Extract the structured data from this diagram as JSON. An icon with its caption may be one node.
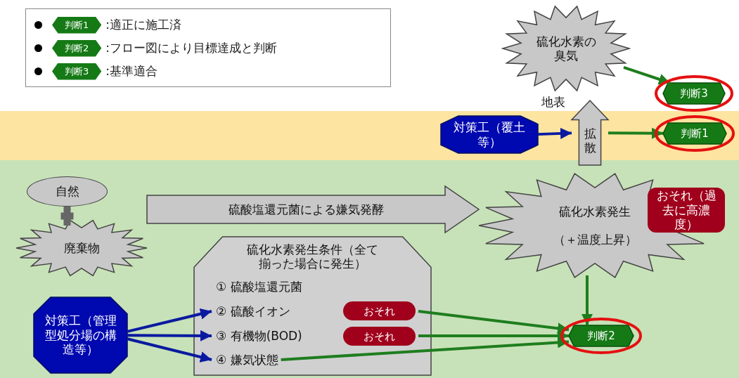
{
  "diagram": {
    "nodes": [
      {
        "text": [
          "硫化水素の臭気"
        ]
      },
      {
        "text": [
          "判断3"
        ]
      },
      {
        "text": [
          "地表"
        ]
      },
      {
        "text": [
          "対策工（覆土等）"
        ],
        "in": 2
      },
      {
        "text": [
          "拡散"
        ],
        "in": 2
      },
      {
        "text": [
          "判断1"
        ],
        "in": 2
      },
      {
        "text": [],
        "shape": "box"
      },
      {
        "text": [
          "自然"
        ],
        "in": 6
      },
      {
        "text": [
          "廃棄物"
        ],
        "in": 6
      },
      {
        "text": [
          "硫化水素発生",
          "（＋温度上昇）"
        ],
        "in": 6
      },
      {
        "text": [
          "おそれ（過去に高濃度）"
        ],
        "in": 6
      },
      {
        "text": [
          "硫化水素発生条件（全て揃った場合に発生）"
        ],
        "in": 6
      },
      {
        "text": [
          "① 硫酸塩還元菌"
        ],
        "in": 11
      },
      {
        "text": [
          "② 硫酸イオン"
        ],
        "in": 11
      },
      {
        "text": [
          "おそれ"
        ],
        "in": 13
      },
      {
        "text": [
          "③ 有機物(BOD)"
        ],
        "in": 11
      },
      {
        "text": [
          "おそれ"
        ],
        "in": 15
      },
      {
        "text": [
          "④ 嫌気状態"
        ],
        "in": 11
      },
      {
        "text": [
          "判断2"
        ],
        "in": 6
      },
      {
        "text": [
          "対策工（管理型処分場の構造等）"
        ],
        "in": 6
      }
    ],
    "edges": [
      {
        "from": 0,
        "to": 1,
        "arrow": "to"
      },
      {
        "from": 3,
        "to": 4,
        "arrow": "to",
        "color": "#0a1aa0"
      },
      {
        "from": 4,
        "to": 5,
        "arrow": "to"
      },
      {
        "from": 7,
        "to": 8,
        "arrow": "none",
        "style": "thick",
        "color": "#666666"
      },
      {
        "from": 8,
        "to": 9,
        "arrow": "to",
        "style": "thick",
        "color": "#c8c8c8",
        "label": "硫酸塩還元菌による嫌気発酵"
      },
      {
        "from": 19,
        "to": 13,
        "arrow": "to",
        "color": "#0a1aa0"
      },
      {
        "from": 19,
        "to": 15,
        "arrow": "to",
        "color": "#0a1aa0"
      },
      {
        "from": 19,
        "to": 17,
        "arrow": "to",
        "color": "#0a1aa0"
      },
      {
        "from": 13,
        "to": 18,
        "arrow": "to"
      },
      {
        "from": 15,
        "to": 18,
        "arrow": "to"
      },
      {
        "from": 17,
        "to": 18,
        "arrow": "to"
      },
      {
        "from": 9,
        "to": 18,
        "arrow": "to"
      }
    ],
    "labels": [
      "判断1",
      ":適正に施工済",
      "判断2",
      ":フロー図により目標達成と判断",
      "判断3",
      ":基準適合"
    ]
  }
}
